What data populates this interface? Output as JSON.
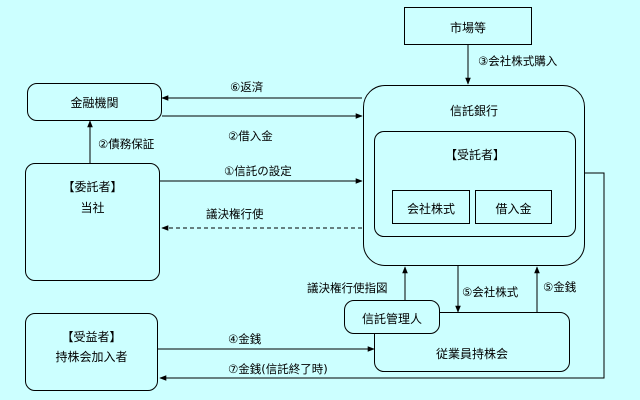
{
  "nodes": {
    "market": "市場等",
    "bank": "金融機関",
    "trust_bank": "信託銀行",
    "trustee": "【受託者】",
    "company_stock": "会社株式",
    "borrowing": "借入金",
    "settlor_role": "【委託者】",
    "settlor_name": "当社",
    "beneficiary_role": "【受益者】",
    "beneficiary_name": "持株会加入者",
    "trust_admin": "信託管理人",
    "esop": "従業員持株会"
  },
  "edges": {
    "e3": "③会社株式購入",
    "e6": "⑥返済",
    "e2a": "②借入金",
    "e2b": "②債務保証",
    "e1": "①信託の設定",
    "voting": "議決権行使",
    "voting_instr": "議決権行使指図",
    "e5a": "⑤会社株式",
    "e5b": "⑤金銭",
    "e4": "④金銭",
    "e7": "⑦金銭(信託終了時)"
  }
}
